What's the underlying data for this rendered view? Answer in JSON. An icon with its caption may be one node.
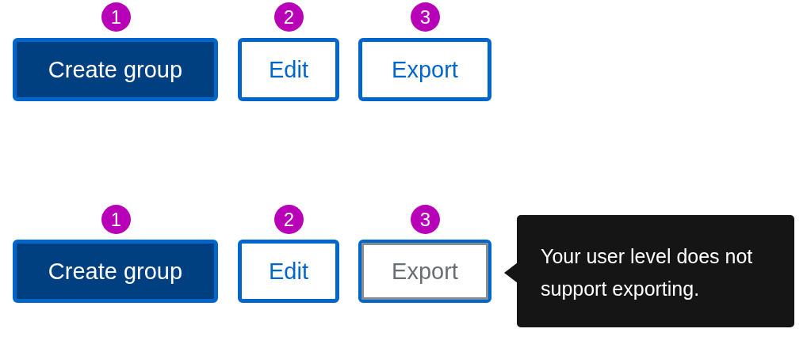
{
  "diagram": {
    "nodes": [
      {
        "text": [
          "Create group"
        ]
      },
      {
        "text": [
          "Edit"
        ]
      },
      {
        "text": [
          "Export"
        ]
      },
      {
        "text": [
          "Create group"
        ]
      },
      {
        "text": [
          "Edit"
        ]
      },
      {
        "text": [
          "Export"
        ]
      },
      {
        "text": [
          "Your user level does not support exporting."
        ]
      }
    ],
    "labels": [
      "1",
      "2",
      "3",
      "1",
      "2",
      "3"
    ]
  }
}
